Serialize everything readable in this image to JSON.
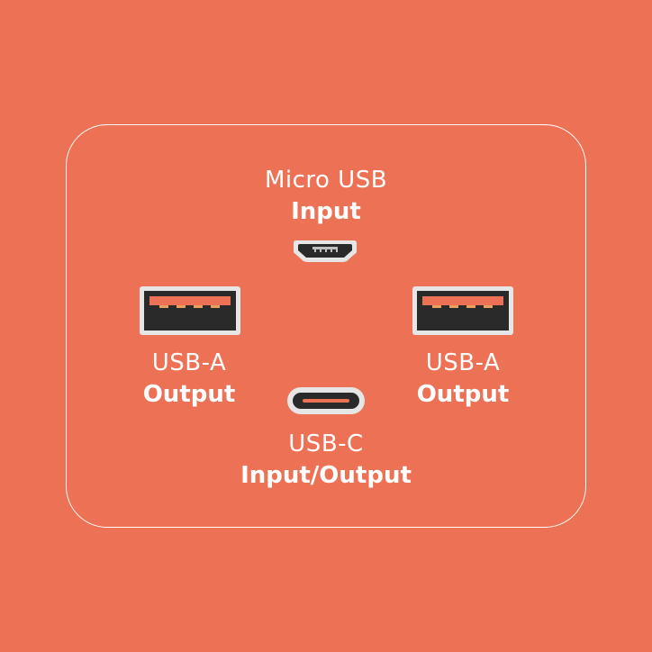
{
  "ports": {
    "micro_usb": {
      "name": "Micro USB",
      "role": "Input"
    },
    "usb_a_left": {
      "name": "USB-A",
      "role": "Output"
    },
    "usb_a_right": {
      "name": "USB-A",
      "role": "Output"
    },
    "usb_c": {
      "name": "USB-C",
      "role": "Input/Output"
    }
  },
  "colors": {
    "background": "#ED7155",
    "outline": "#FFFFFF",
    "port_shell": "#E6E6E6",
    "port_dark": "#2A2A2A",
    "usb_a_tongue": "#ED7155",
    "usb_a_pins": "#E8A05E"
  }
}
